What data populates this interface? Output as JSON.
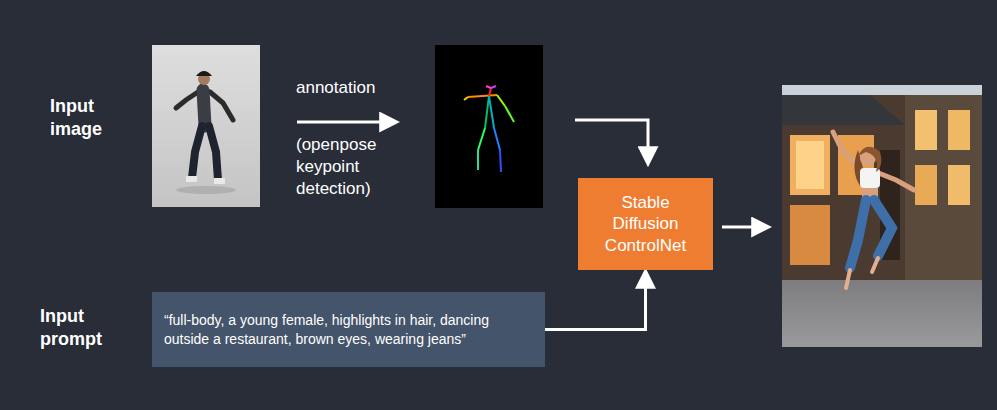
{
  "diagram": {
    "nodes": [
      {
        "text": [
          "Stable Diffusion ControlNet"
        ]
      },
      {
        "text": [
          "“full-body, a young female, highlights in hair, dancing outside a restaurant, brown eyes, wearing jeans”"
        ]
      }
    ],
    "edges": [
      {
        "from": 1,
        "to": 0,
        "arrow": "to"
      }
    ],
    "labels": [
      "Input image",
      "annotation",
      "(openpose keypoint detection)",
      "Input prompt"
    ]
  }
}
